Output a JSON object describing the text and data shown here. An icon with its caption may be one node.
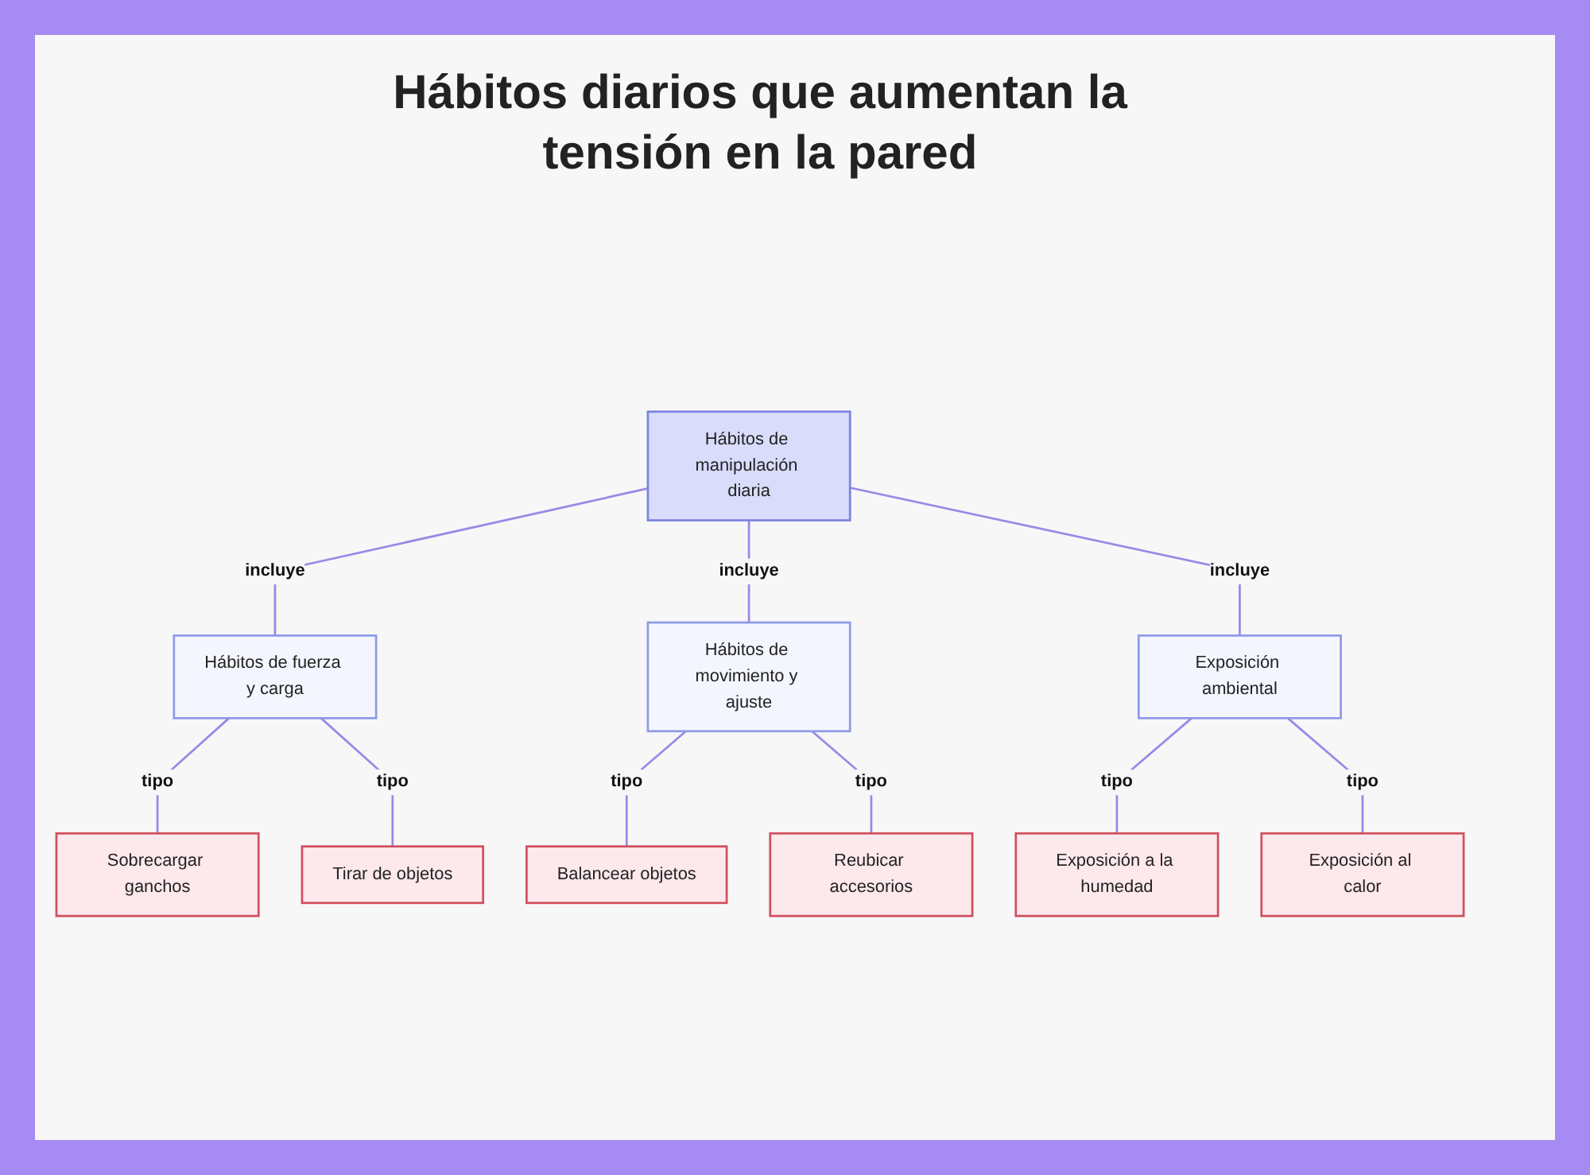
{
  "diagram": {
    "title": "Hábitos diarios que aumentan la tensión en la pared",
    "nodes": [
      {
        "text": [
          "Hábitos de manipulación diaria"
        ]
      },
      {
        "text": [
          "Hábitos de fuerza y carga"
        ]
      },
      {
        "text": [
          "Hábitos de movimiento y ajuste"
        ]
      },
      {
        "text": [
          "Exposición ambiental"
        ]
      },
      {
        "text": [
          "Sobrecargar ganchos"
        ]
      },
      {
        "text": [
          "Tirar de objetos"
        ]
      },
      {
        "text": [
          "Balancear objetos"
        ]
      },
      {
        "text": [
          "Reubicar accesorios"
        ]
      },
      {
        "text": [
          "Exposición a la humedad"
        ]
      },
      {
        "text": [
          "Exposición al calor"
        ]
      }
    ],
    "edges": [
      {
        "from": 0,
        "to": 1,
        "arrow": "none",
        "label": "incluye"
      },
      {
        "from": 0,
        "to": 2,
        "arrow": "none",
        "label": "incluye"
      },
      {
        "from": 0,
        "to": 3,
        "arrow": "none",
        "label": "incluye"
      },
      {
        "from": 1,
        "to": 4,
        "arrow": "none",
        "label": "tipo"
      },
      {
        "from": 1,
        "to": 5,
        "arrow": "none",
        "label": "tipo"
      },
      {
        "from": 2,
        "to": 6,
        "arrow": "none",
        "label": "tipo"
      },
      {
        "from": 2,
        "to": 7,
        "arrow": "none",
        "label": "tipo"
      },
      {
        "from": 3,
        "to": 8,
        "arrow": "none",
        "label": "tipo"
      },
      {
        "from": 3,
        "to": 9,
        "arrow": "none",
        "label": "tipo"
      }
    ]
  }
}
